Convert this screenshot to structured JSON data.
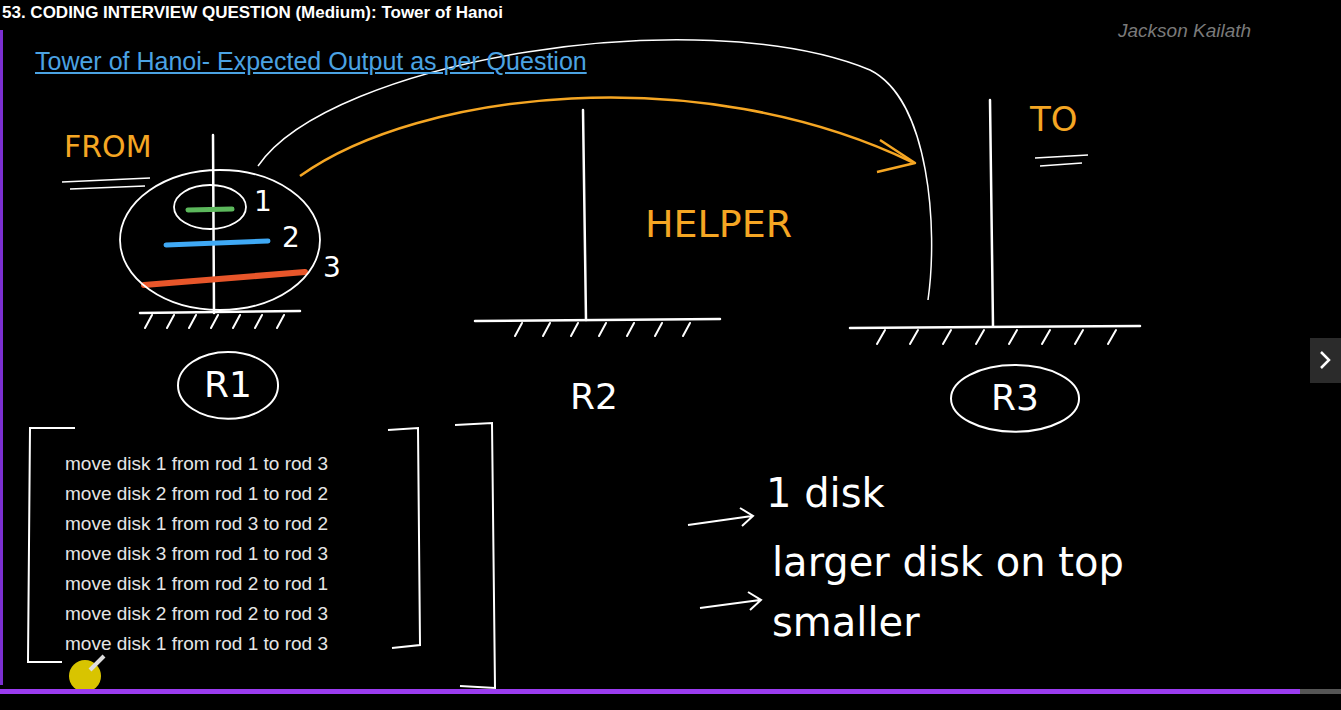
{
  "diagram": {
    "title": "Tower of Hanoi- Expected Output as per Question",
    "nodes": [
      {
        "text": [
          "R1"
        ]
      },
      {
        "text": [
          "R3"
        ]
      }
    ],
    "labels": [
      "53. CODING INTERVIEW QUESTION (Medium): Tower of Hanoi",
      "Jackson Kailath",
      "FROM",
      "1",
      "2",
      "3",
      "HELPER",
      "TO",
      "R2",
      "move disk 1 from rod 1 to rod 3",
      "move disk 2 from rod 1 to rod 2",
      "move disk 1 from rod 3 to rod 2",
      "move disk 3 from rod 1 to rod 3",
      "move disk 1 from rod 2 to rod 1",
      "move disk 2 from rod 2 to rod 3",
      "move disk 1 from rod 1 to rod 3",
      "1 disk",
      "larger disk on top smaller"
    ]
  }
}
